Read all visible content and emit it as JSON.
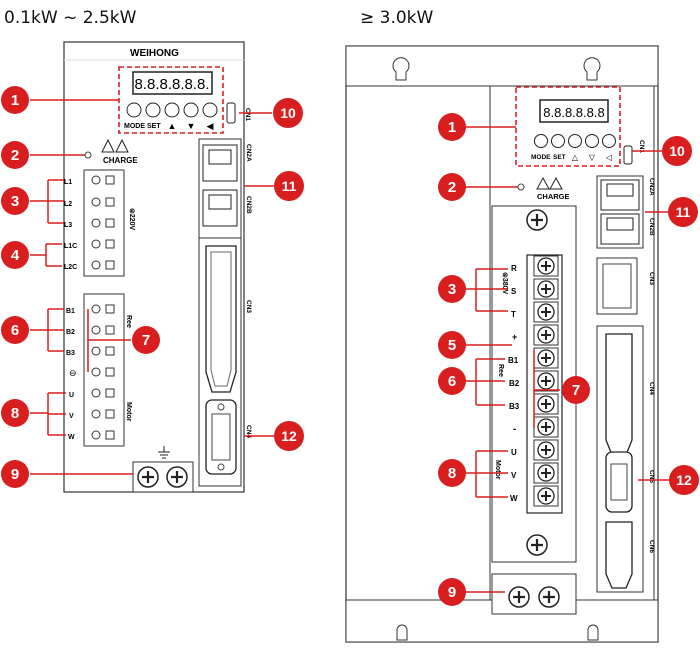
{
  "titles": {
    "left": "0.1kW ~ 2.5kW",
    "right": "≥ 3.0kW"
  },
  "brand": "WEIHONG",
  "display_digits": "8.8.8.8.8.8.",
  "display_digits_right": "8.8.8.8.8.8",
  "charge_label": "CHARGE",
  "button_labels": [
    "MODE",
    "SET"
  ],
  "button_arrows": [
    "▲",
    "▼",
    "◀"
  ],
  "button_arrows_right": [
    "△",
    "▽",
    "◁"
  ],
  "callouts": [
    "1",
    "2",
    "3",
    "4",
    "5",
    "6",
    "7",
    "8",
    "9",
    "10",
    "11",
    "12"
  ],
  "left_terminals": {
    "power": [
      "L1",
      "L2",
      "L3"
    ],
    "control_power": [
      "L1C",
      "L2C"
    ],
    "power_voltage": "⊜220V",
    "regen": [
      "B1",
      "B2",
      "B3"
    ],
    "regen_label": "Ree",
    "minus": "⊖",
    "motor": [
      "U",
      "V",
      "W"
    ],
    "motor_label": "Motor"
  },
  "right_terminals": {
    "power": [
      "R",
      "S",
      "T"
    ],
    "power_voltage": "⊜380V",
    "plus": "+",
    "regen": [
      "B1",
      "B2",
      "B3"
    ],
    "regen_label": "Ree",
    "minus": "-",
    "motor": [
      "U",
      "V",
      "W"
    ],
    "motor_label": "Motor"
  },
  "connectors_left": {
    "cn1": "CN1",
    "cn2a": "CN2A",
    "cn2b": "CN2B",
    "cn3": "CN3",
    "cn4": "CN4"
  },
  "connectors_right": {
    "cn1": "CN1",
    "cn2a": "CN2A",
    "cn2b": "CN2B",
    "cn3": "CN3",
    "cn4": "CN4",
    "cn5": "CN5",
    "cn6": "CN6"
  },
  "colors": {
    "callout": "#d81e1e",
    "callout_line": "#d81e1e",
    "panel_stroke": "#333333",
    "dashed_box": "#d81e1e"
  }
}
